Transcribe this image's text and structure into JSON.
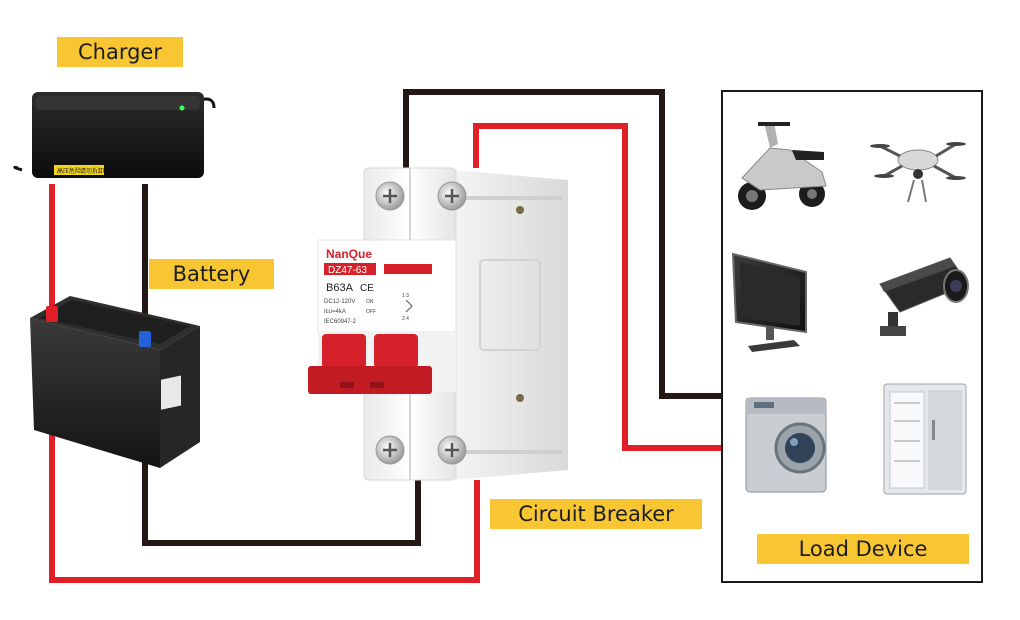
{
  "labels": {
    "charger": "Charger",
    "battery": "Battery",
    "breaker": "Circuit Breaker",
    "load": "Load Device"
  },
  "breaker": {
    "brand": "NanQue",
    "model": "DZ47-63",
    "rating": "B63A",
    "ce": "CE",
    "spec_voltage": "DC12-120V",
    "spec_icu": "Icu=4kA",
    "spec_standard": "IEC60947-2",
    "on_mark": "ON",
    "off_mark": "OFF",
    "poles_top": "1  3",
    "poles_bottom": "2  4"
  },
  "charger": {
    "warning_left": "高压危险",
    "warning_right": "请勿拆卸"
  },
  "colors": {
    "positive_wire": "#e01f26",
    "negative_wire": "#231815",
    "label_bg": "#f7c632",
    "breaker_red": "#d6202a"
  },
  "icons": [
    "scooter-icon",
    "drone-icon",
    "monitor-icon",
    "security-camera-icon",
    "washing-machine-icon",
    "refrigerator-icon"
  ]
}
